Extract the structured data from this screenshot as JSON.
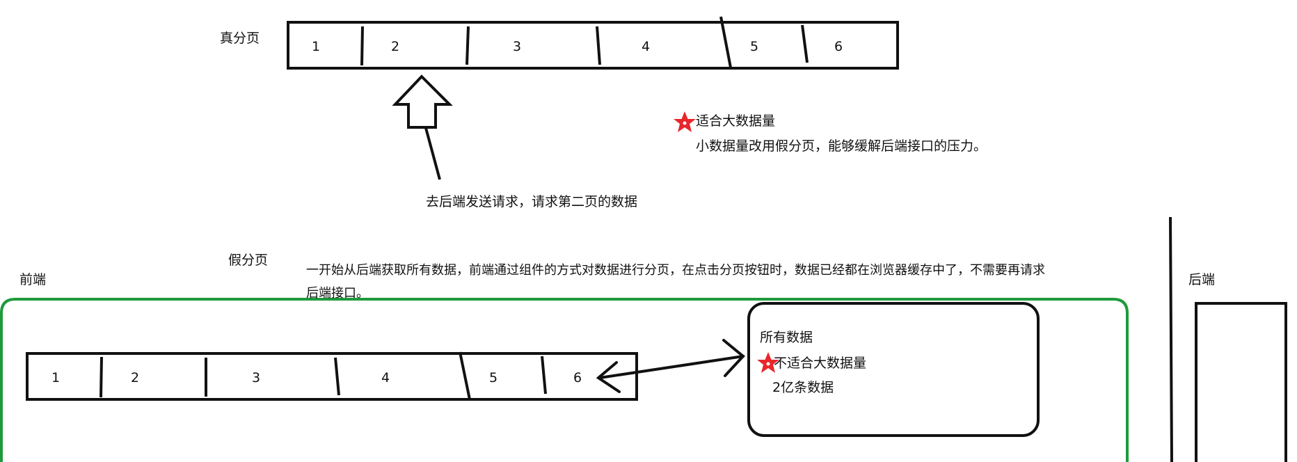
{
  "true_pagination": {
    "title": "真分页",
    "cells": [
      "1",
      "2",
      "3",
      "4",
      "5",
      "6"
    ],
    "request_note": "去后端发送请求，请求第二页的数据",
    "pros_title": "适合大数据量",
    "pros_note": "小数据量改用假分页，能够缓解后端接口的压力。"
  },
  "fake_pagination": {
    "title": "假分页",
    "description": "一开始从后端获取所有数据，前端通过组件的方式对数据进行分页，在点击分页按钮时，数据已经都在浏览器缓存中了，不需要再请求",
    "description_cont": "后端接口。",
    "frontend_label": "前端",
    "backend_label": "后端",
    "cells": [
      "1",
      "2",
      "3",
      "4",
      "5",
      "6"
    ],
    "store_title": "所有数据",
    "cons_title": "不适合大数据量",
    "cons_note": "2亿条数据"
  },
  "colors": {
    "frontend_border": "#1e9a3c",
    "star": "#e8262b",
    "ink": "#111111"
  },
  "icons": {
    "up_arrow": "hollow-up-arrow-icon",
    "star": "red-star-icon",
    "double_arrow": "double-headed-arrow-icon"
  }
}
